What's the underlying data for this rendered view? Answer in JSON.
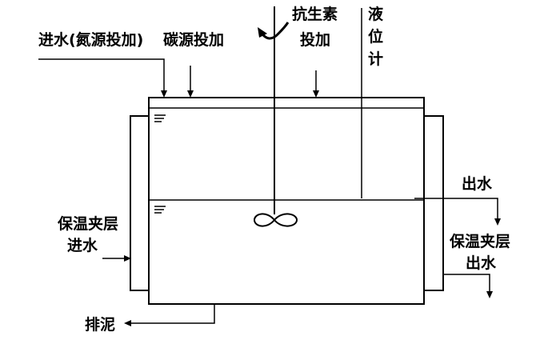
{
  "labels": {
    "inflow": "进水(氮源投加)",
    "carbon": "碳源投加",
    "antibiotic_line1": "抗生素",
    "antibiotic_line2": "投加",
    "level_gauge_1": "液",
    "level_gauge_2": "位",
    "level_gauge_3": "计",
    "outflow": "出水",
    "jacket_in_line1": "保温夹层",
    "jacket_in_line2": "进水",
    "jacket_out_line1": "保温夹层",
    "jacket_out_line2": "出水",
    "sludge": "排泥"
  },
  "colors": {
    "ink": "#000000",
    "background": "#ffffff"
  }
}
